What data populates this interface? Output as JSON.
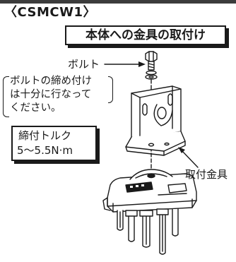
{
  "header": {
    "model": "〈CSMCW1〉"
  },
  "title": "本体への金具の取付け",
  "labels": {
    "bolt": "ボルト",
    "bracket": "取付金具"
  },
  "note": {
    "line1": "ボルトの締め付け",
    "line2": "は十分に行なって",
    "line3": "ください。"
  },
  "torque": {
    "title": "締付トルク",
    "value": "5～5.5N·m"
  }
}
